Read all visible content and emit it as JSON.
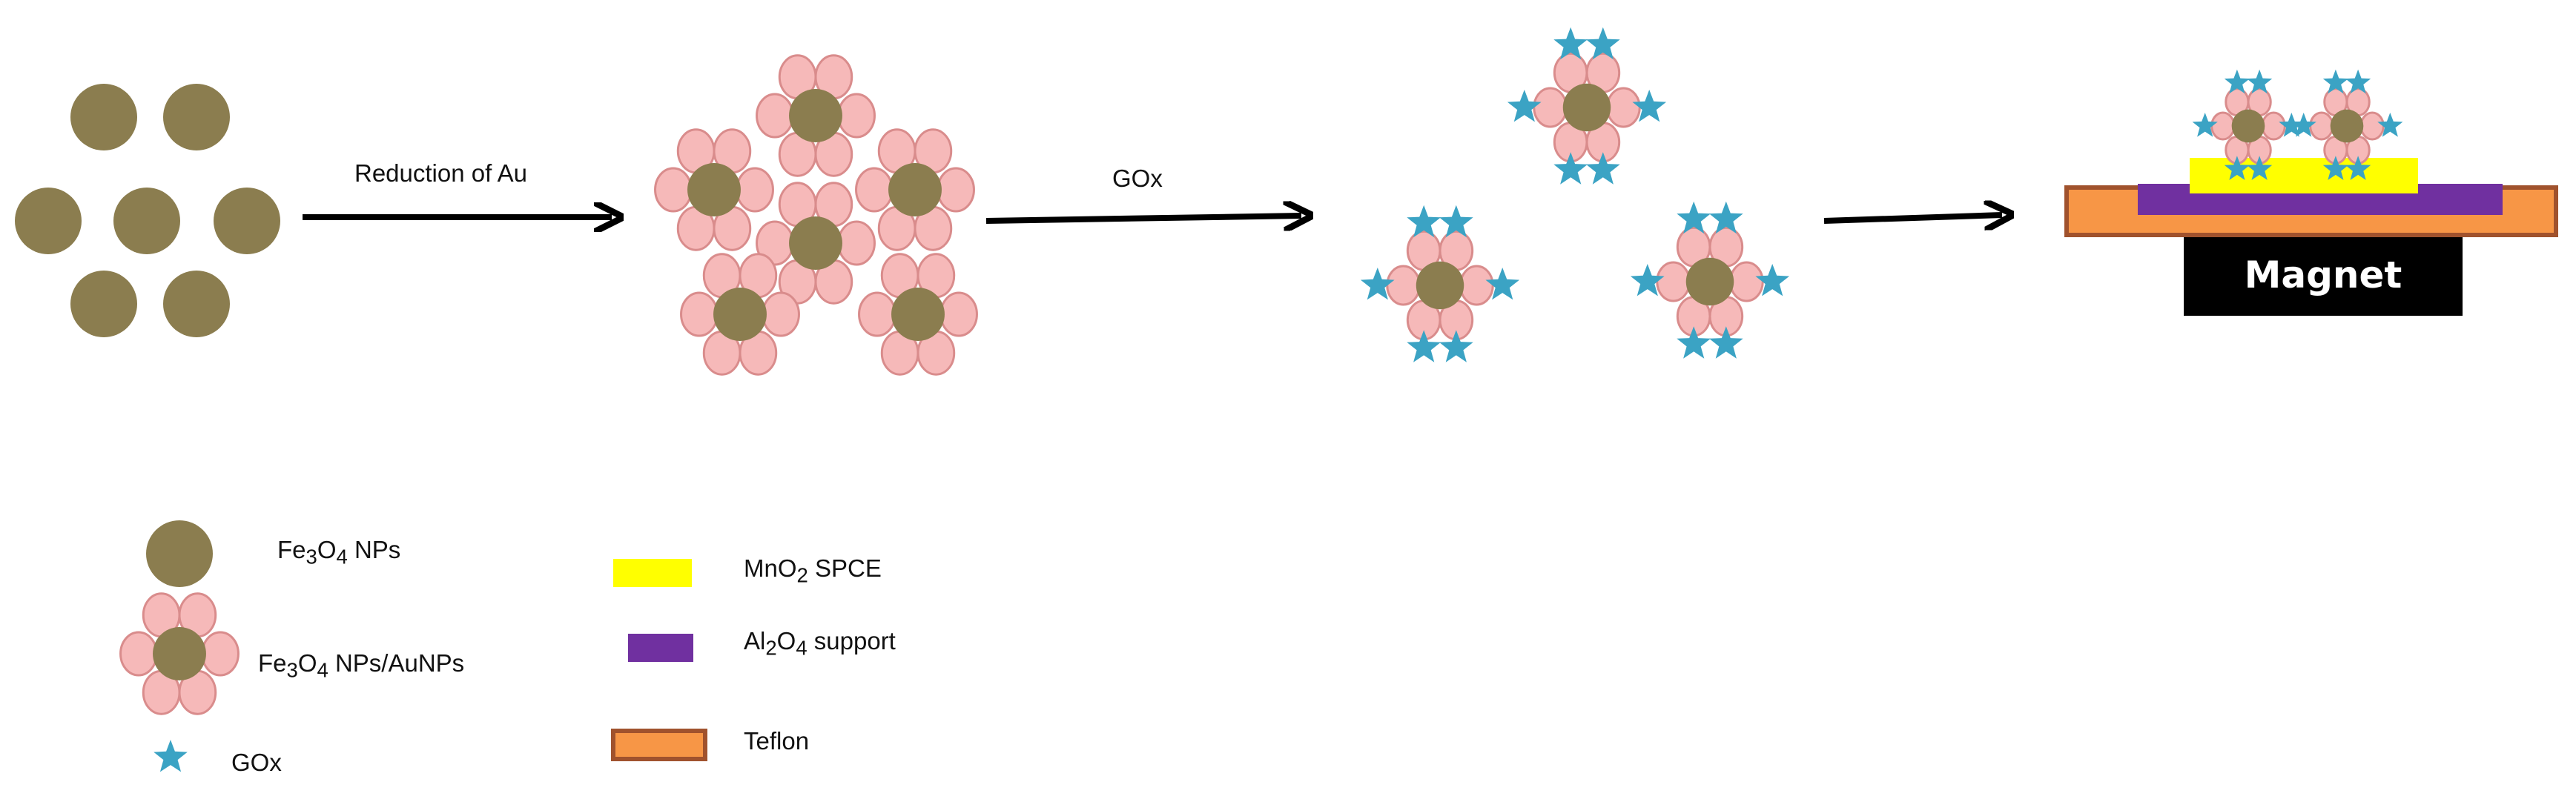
{
  "steps": {
    "arrow1_label": "Reduction of Au",
    "arrow2_label": "GOx"
  },
  "device": {
    "magnet_label": "Magnet"
  },
  "legend": {
    "fe3o4": {
      "base": "Fe",
      "sub1": "3",
      "mid": "O",
      "sub2": "4",
      "suffix": " NPs"
    },
    "fe3o4_au": {
      "base": "Fe",
      "sub1": "3",
      "mid": "O",
      "sub2": "4",
      "suffix": " NPs/AuNPs"
    },
    "gox": "GOx",
    "mno2": {
      "base": "MnO",
      "sub": "2",
      "suffix": " SPCE"
    },
    "al2o4": {
      "base": "Al",
      "sub1": "2",
      "mid": "O",
      "sub2": "4",
      "suffix": " support"
    },
    "teflon": "Teflon"
  },
  "colors": {
    "core": "#8b7d4f",
    "petal_fill": "#f6b9b9",
    "petal_stroke": "#d98c8c",
    "star": "#3ba3c4",
    "electrode": "#ffff00",
    "support": "#7030a0",
    "teflon_fill": "#f79646",
    "teflon_stroke": "#a0522d",
    "magnet": "#000000",
    "arrow": "#000000"
  }
}
